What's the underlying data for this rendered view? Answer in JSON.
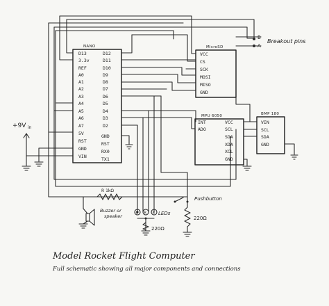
{
  "nano": {
    "title": "NANO",
    "left_pins": [
      "D13",
      "3.3v",
      "REF",
      "A0",
      "A1",
      "A2",
      "A3",
      "A4",
      "A5",
      "A6",
      "A7",
      "5V",
      "RST",
      "GND",
      "VIN"
    ],
    "right_pins": [
      "D12",
      "D11",
      "D10",
      "D9",
      "D8",
      "D7",
      "D6",
      "D5",
      "D4",
      "D3",
      "D2",
      "GND",
      "RST",
      "RX0",
      "TX1"
    ]
  },
  "microsd": {
    "title": "MicroSD",
    "pins": [
      "VCC",
      "CS",
      "SCK",
      "MOSI",
      "MISO",
      "GND"
    ]
  },
  "mpu": {
    "title": "MPU 6050",
    "left_pins": [
      "INT",
      "ADO"
    ],
    "right_pins": [
      "VCC",
      "SCL",
      "SDA",
      "XDA",
      "XCL",
      "GND"
    ]
  },
  "bmp": {
    "title": "BMP 180",
    "pins": [
      "VIN",
      "SCL",
      "SDA",
      "GND"
    ]
  },
  "labels": {
    "vin": "+9V",
    "vin_sub": "in",
    "breakout_b": "B",
    "breakout_a": "A",
    "breakout_pins": "Breakout pins",
    "r_top": "R 1kΩ",
    "pushbutton": "Pushbutton",
    "r_220_right": "220Ω",
    "r_220_bottom": "220Ω",
    "buzzer": "Buzzer or",
    "speaker": "speaker",
    "leds": "LEDs",
    "led_letters": [
      "G",
      "R",
      "B"
    ]
  },
  "footer": {
    "title": "Model Rocket Flight Computer",
    "subtitle": "Full schematic showing all major components and connections"
  }
}
